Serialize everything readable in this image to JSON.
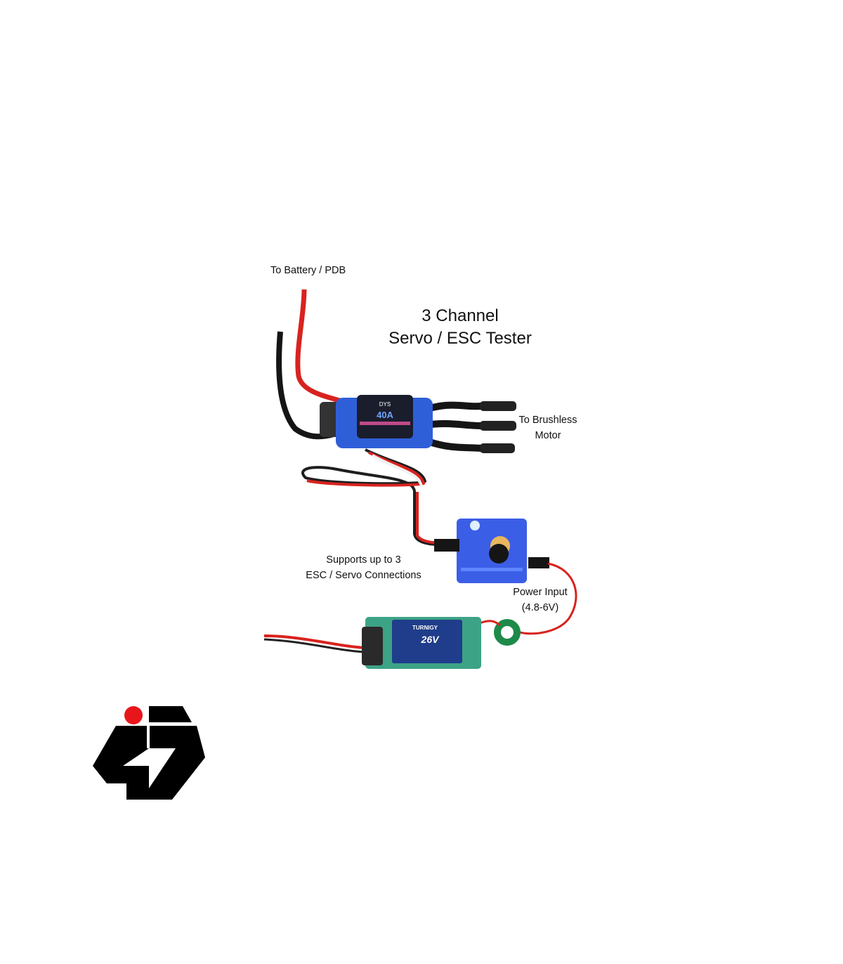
{
  "diagram": {
    "title_line1": "3 Channel",
    "title_line2": "Servo / ESC Tester",
    "labels": {
      "battery": "To Battery / PDB",
      "motor_line1": "To Brushless",
      "motor_line2": "Motor",
      "supports_line1": "Supports up to 3",
      "supports_line2": "ESC / Servo Connections",
      "power_line1": "Power Input",
      "power_line2": "(4.8-6V)"
    },
    "esc": {
      "rating": "40A",
      "brand": "DYS"
    },
    "ubec": {
      "brand": "TURNIGY",
      "voltage": "26V"
    }
  },
  "logo": {
    "text": "i7"
  },
  "colors": {
    "esc_blue": "#2f5fd8",
    "tester_blue": "#3b5ee6",
    "wire_red": "#d8231f",
    "logo_red": "#e8161b"
  }
}
